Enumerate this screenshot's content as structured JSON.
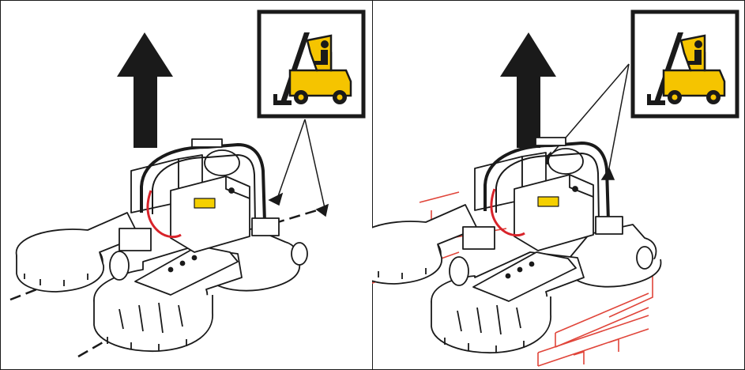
{
  "figure": {
    "panels": [
      {
        "id": "left",
        "scene": "lifting-unit-with-forklift-forks",
        "pallet": false
      },
      {
        "id": "right",
        "scene": "lifting-unit-on-pallet",
        "pallet": true
      }
    ],
    "icons": {
      "lift": "arrow-up-icon",
      "forklift": "forklift-icon"
    },
    "colors": {
      "outline": "#1a1a1a",
      "arrow": "#1a1a1a",
      "forklift_yellow": "#f5c400",
      "sign_border": "#1a1a1a",
      "hose_red": "#d8232a",
      "pallet_red": "#e0453a",
      "label_yellow": "#f5d000"
    }
  }
}
